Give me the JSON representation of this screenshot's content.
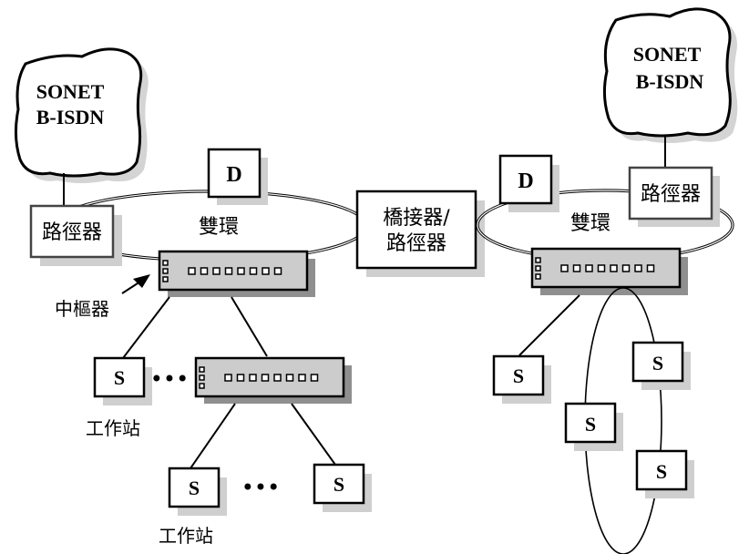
{
  "left_network": {
    "cloud": {
      "line1": "SONET",
      "line2": "B-ISDN"
    },
    "router_label": "路徑器",
    "dual_ring_label": "雙環",
    "disk_label": "D",
    "hub_label": "中樞器",
    "hub_port_count": 8,
    "workstation_label": "S",
    "workstation_caption_1": "工作站",
    "workstation_caption_2": "工作站",
    "ellipsis": "•••"
  },
  "bridge": {
    "line1": "橋接器/",
    "line2": "路徑器"
  },
  "right_network": {
    "cloud": {
      "line1": "SONET",
      "line2": "B-ISDN"
    },
    "router_label": "路徑器",
    "dual_ring_label": "雙環",
    "disk_label": "D",
    "hub_port_count": 8,
    "workstation_label": "S"
  }
}
